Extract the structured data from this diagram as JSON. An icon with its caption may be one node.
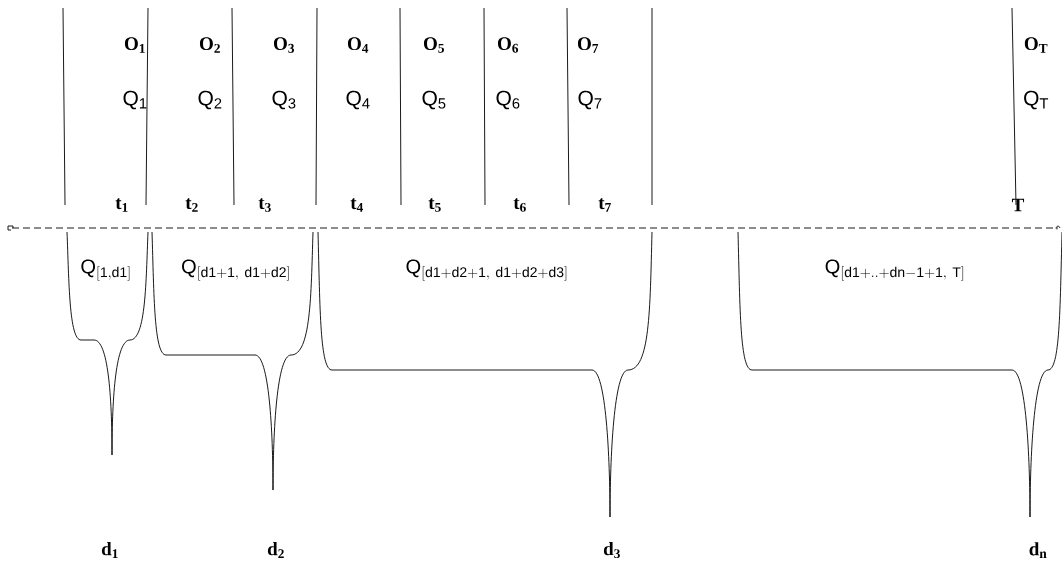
{
  "diagram": {
    "labels": [
      "O$_{1}$",
      "O$_{2}$",
      "O$_{3}$",
      "O$_{4}$",
      "O$_{5}$",
      "O$_{6}$",
      "O$_{7}$",
      "O$_{T}$",
      "Q$_{1}$",
      "Q$_{2}$",
      "Q$_{3}$",
      "Q$_{4}$",
      "Q$_{5}$",
      "Q$_{6}$",
      "Q$_{7}$",
      "Q$_{T}$",
      "t$_{1}$",
      "t$_{2}$",
      "t$_{3}$",
      "t$_{4}$",
      "t$_{5}$",
      "t$_{6}$",
      "t$_{7}$",
      "T",
      "\\mathsf{Q}_{\\mathsf{[1,d1]}}",
      "\\mathsf{Q}_{\\mathsf{[d1+1,\\ d1+d2]}}",
      "\\mathsf{Q}_{\\mathsf{[d1+d2+1,\\ d1+d2+d3]}}",
      "\\mathsf{Q}_{\\mathsf{[d1+..+dn-1+1,\\ T]}}",
      "d$_{1}$",
      "d$_{2}$",
      "d$_{3}$",
      "d$_{n}$"
    ]
  }
}
